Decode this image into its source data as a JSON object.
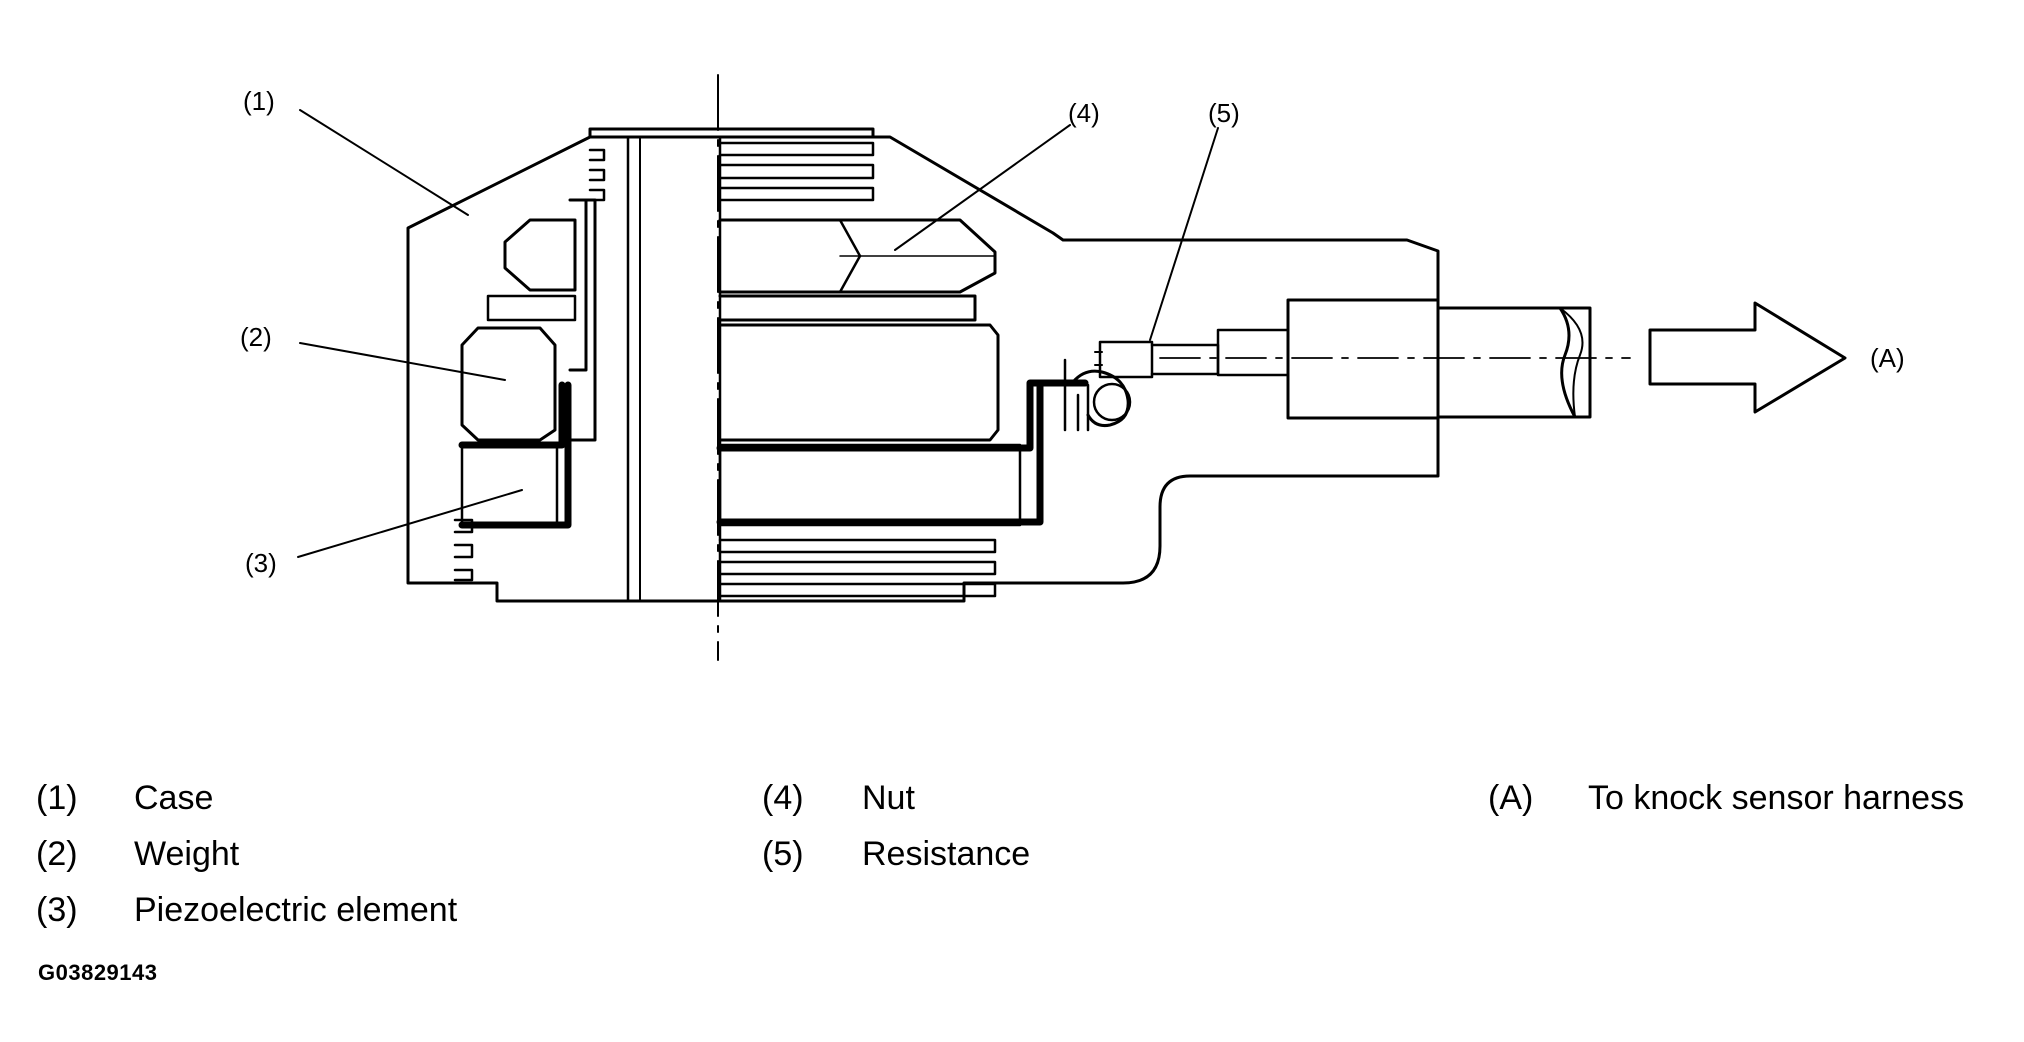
{
  "callouts": {
    "c1": "(1)",
    "c2": "(2)",
    "c3": "(3)",
    "c4": "(4)",
    "c5": "(5)",
    "cA": "(A)"
  },
  "legend": [
    {
      "num": "(1)",
      "text": "Case"
    },
    {
      "num": "(2)",
      "text": "Weight"
    },
    {
      "num": "(3)",
      "text": "Piezoelectric element"
    },
    {
      "num": "(4)",
      "text": "Nut"
    },
    {
      "num": "(5)",
      "text": "Resistance"
    },
    {
      "num": "(A)",
      "text": "To knock sensor harness"
    }
  ],
  "figure_id": "G03829143",
  "colors": {
    "ink": "#000000",
    "paper": "#ffffff"
  }
}
